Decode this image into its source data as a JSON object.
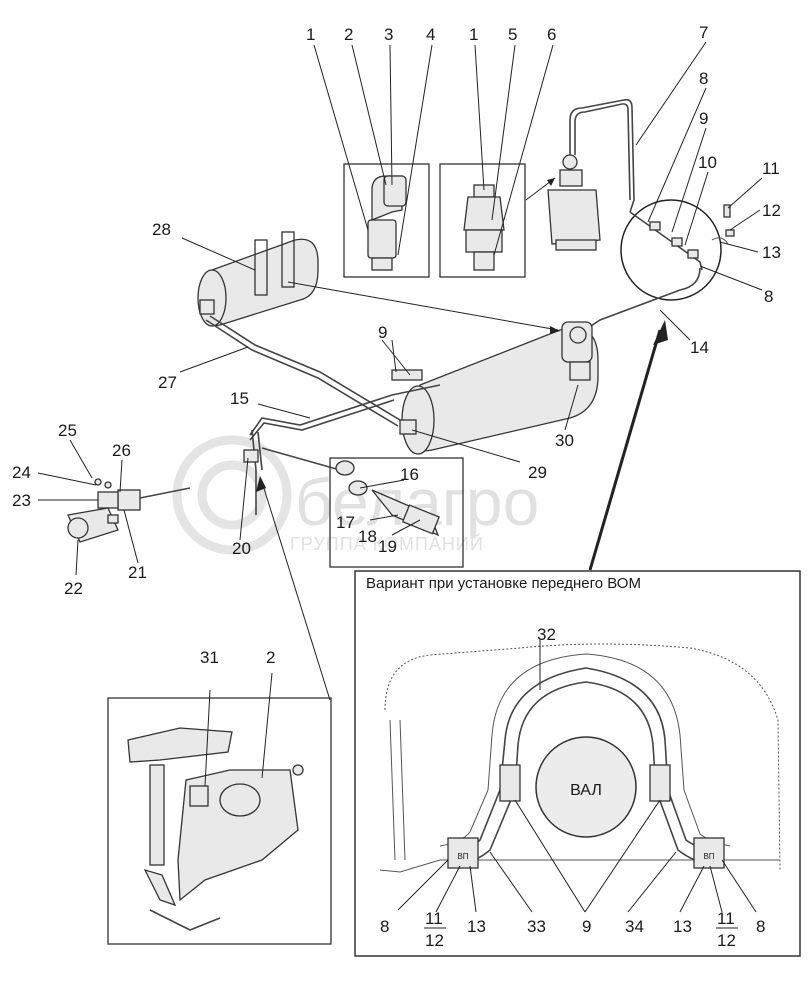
{
  "callouts": {
    "n1a": "1",
    "n2": "2",
    "n3": "3",
    "n4": "4",
    "n1b": "1",
    "n5": "5",
    "n6": "6",
    "n7": "7",
    "n8a": "8",
    "n9a": "9",
    "n10": "10",
    "n11": "11",
    "n12": "12",
    "n13": "13",
    "n8b": "8",
    "n14": "14",
    "n28": "28",
    "n9b": "9",
    "n27": "27",
    "n15": "15",
    "n30": "30",
    "n25": "25",
    "n26": "26",
    "n24": "24",
    "n23": "23",
    "n16": "16",
    "n29": "29",
    "n17": "17",
    "n18": "18",
    "n19": "19",
    "n20": "20",
    "n21": "21",
    "n22": "22",
    "n31": "31",
    "n2b": "2"
  },
  "watermark": {
    "brand": "белагро",
    "subtitle": "ГРУППА КОМПАНИЙ"
  },
  "variant_box": {
    "title": "Вариант при установке переднего ВОМ",
    "shaft_label": "ВАЛ",
    "n32": "32",
    "n8l": "8",
    "n11l": "11",
    "n12l": "12",
    "n13l": "13",
    "n33": "33",
    "n9": "9",
    "n34": "34",
    "n13r": "13",
    "n11r": "11",
    "n12r": "12",
    "n8r": "8",
    "part_tag_left": "ВП",
    "part_tag_right": "ВП"
  }
}
